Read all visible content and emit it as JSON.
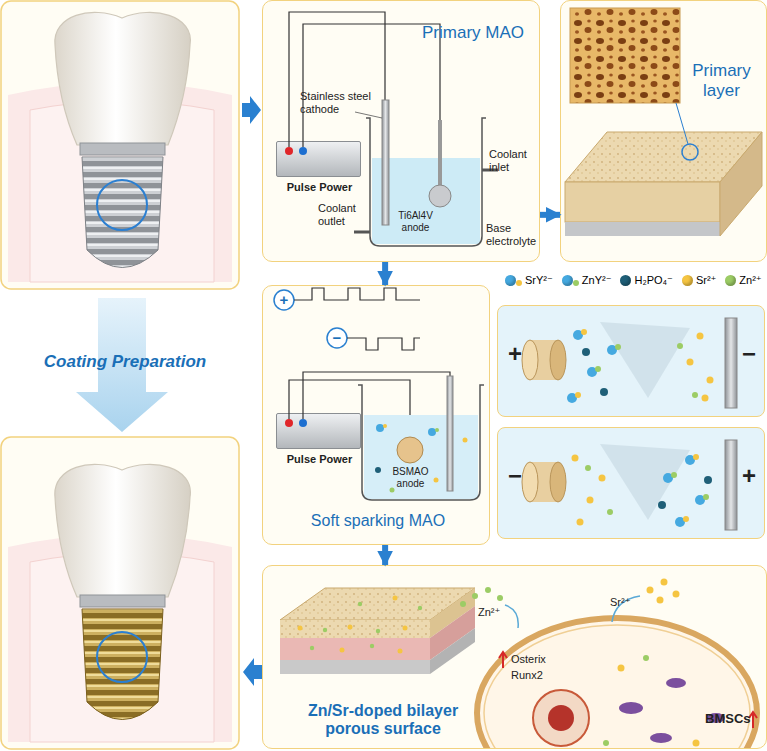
{
  "diagram": {
    "nodes": [
      {
        "text": [
          "Primary MAO"
        ]
      },
      {
        "text": [
          "Pulse Power"
        ],
        "in": 0
      },
      {
        "text": [
          "Primary layer"
        ]
      },
      {
        "text": [
          "Soft sparking MAO"
        ]
      },
      {
        "text": [
          "Pulse Power"
        ],
        "in": 3
      },
      {
        "text": [
          "+",
          "−"
        ]
      },
      {
        "text": [
          "−",
          "+"
        ]
      },
      {
        "text": [
          "Zn/Sr-doped bilayer porous surface"
        ]
      },
      {
        "text": [
          "Osterix",
          "Runx2"
        ],
        "in": 7
      }
    ],
    "edges": [
      {
        "from": 0,
        "to": 2,
        "arrow": "to"
      },
      {
        "from": 0,
        "to": 3,
        "arrow": "to"
      },
      {
        "from": 3,
        "to": 7,
        "arrow": "to"
      }
    ],
    "labels": [
      "Stainless steel cathode",
      "Coolant inlet",
      "Coolant outlet",
      "Ti6Al4V anode",
      "Base electrolyte",
      "Coating Preparation",
      "+",
      "−",
      "BSMAO anode",
      "Zn²⁺",
      "Sr²⁺",
      "BMSCs"
    ],
    "legend": [
      {
        "text": "SrY²⁻",
        "color": "#45a9e0"
      },
      {
        "text": "ZnY²⁻",
        "color": "#45a9e0"
      },
      {
        "text": "H₂PO₄⁻",
        "color": "#1f5f78"
      },
      {
        "text": "Sr²⁺",
        "color": "#f5c542"
      },
      {
        "text": "Zn²⁺",
        "color": "#9ccc65"
      }
    ]
  }
}
